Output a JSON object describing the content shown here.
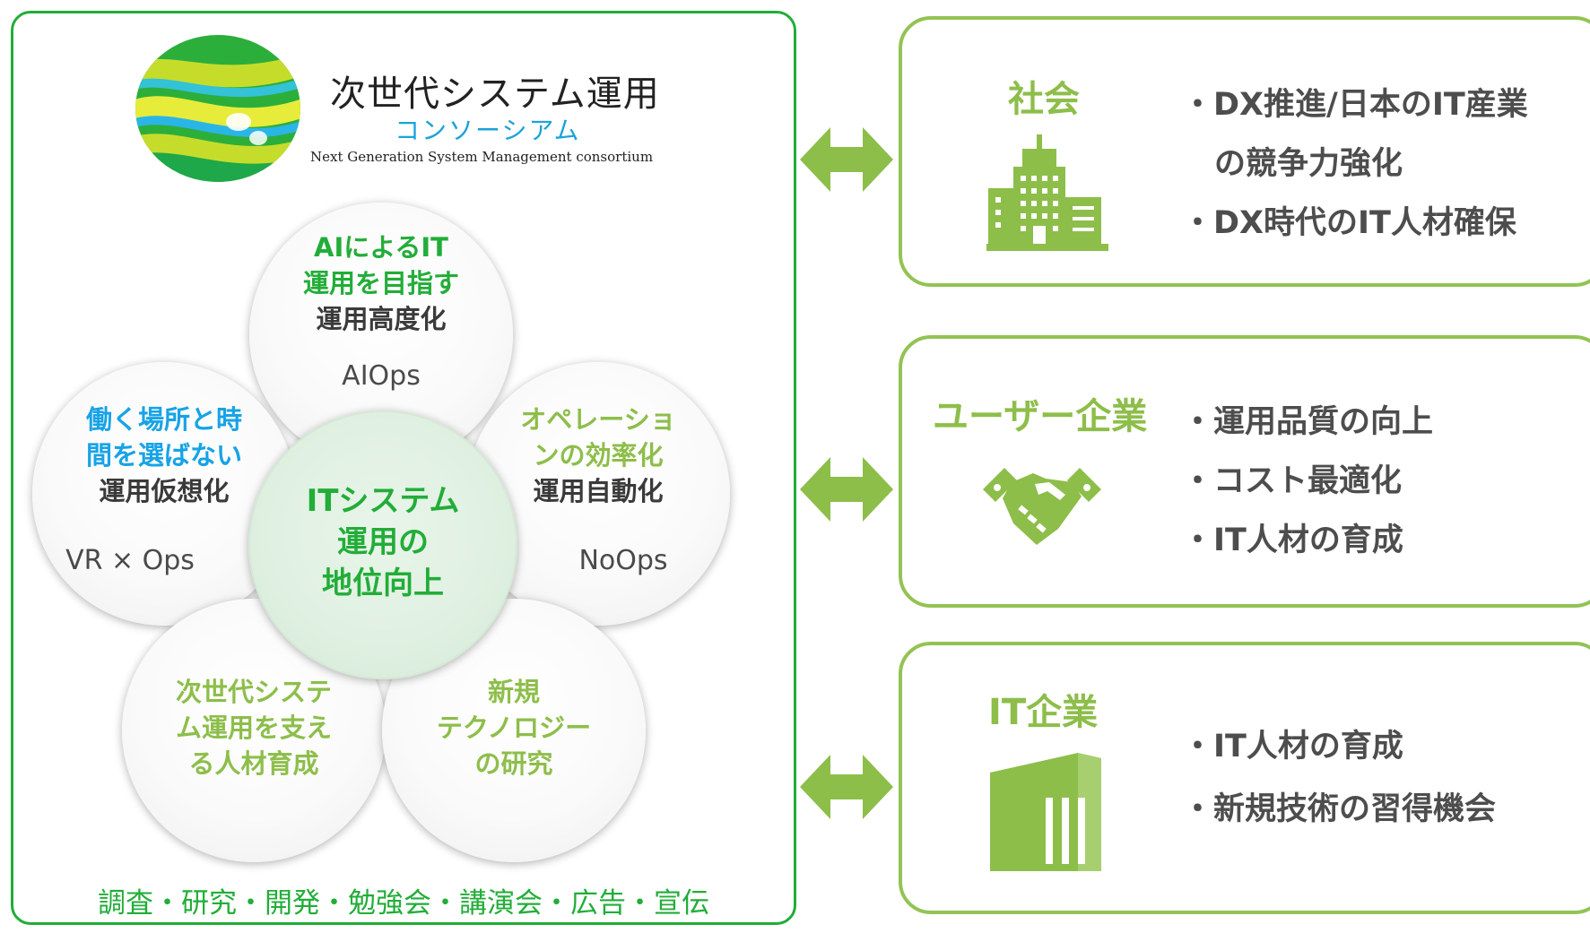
{
  "logo": {
    "title": "次世代システム運用",
    "subtitle": "コンソーシアム",
    "english": "Next Generation System Management consortium"
  },
  "circles": {
    "top": {
      "line1": "AIによるIT",
      "line2": "運用を目指す",
      "line3": "運用高度化",
      "ops": "AIOps"
    },
    "left": {
      "line1": "働く場所と時",
      "line2": "間を選ばない",
      "line3": "運用仮想化",
      "ops": "VR × Ops"
    },
    "right": {
      "line1": "オペレーショ",
      "line2": "ンの効率化",
      "line3": "運用自動化",
      "ops": "NoOps"
    },
    "center": {
      "line1": "ITシステム",
      "line2": "運用の",
      "line3": "地位向上"
    },
    "bottom_left": {
      "line1": "次世代システ",
      "line2": "ム運用を支え",
      "line3": "る人材育成"
    },
    "bottom_right": {
      "line1": "新規",
      "line2": "テクノロジー",
      "line3": "の研究"
    }
  },
  "footer": "調査・研究・開発・勉強会・講演会・広告・宣伝",
  "stakeholders": [
    {
      "category": "社会",
      "icon": "office-building-icon",
      "bullets": [
        "・DX推進/日本のIT産業",
        "の競争力強化",
        "・DX時代のIT人材確保"
      ]
    },
    {
      "category": "ユーザー企業",
      "icon": "handshake-icon",
      "bullets": [
        "・運用品質の向上",
        "・コスト最適化",
        "・IT人材の育成"
      ]
    },
    {
      "category": "IT企業",
      "icon": "company-building-icon",
      "bullets": [
        "・IT人材の育成",
        "・新規技術の習得機会"
      ]
    }
  ],
  "colors": {
    "accent_green": "#22ad38",
    "light_green": "#8dbe4a",
    "blue": "#17a3e6",
    "arrow": "#8dbe4a"
  }
}
